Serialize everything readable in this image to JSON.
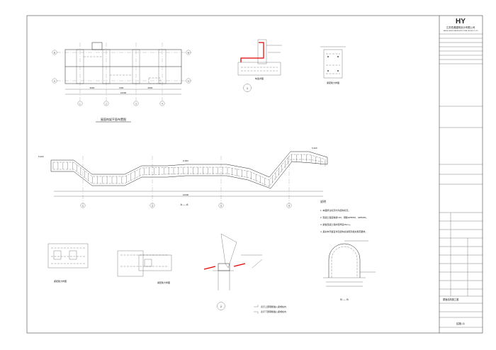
{
  "title_block": {
    "logo": "HY",
    "company": "江苏恒源建筑设计有限公司",
    "company_en": "JIANGSU HENGYUAN ARCHITECTURAL DESIGN CO.,LTD",
    "drawing_title": "屋面结构施工图",
    "drawing_no": "结施-11"
  },
  "views": {
    "plan_title": "屋面构架平面布置图",
    "section_aa": "A — A",
    "section_bb": "B — B",
    "detail_1": "1",
    "detail_2": "2",
    "detail_1_label": "构造详图",
    "beam_detail_label": "梁配筋大样图"
  },
  "grid_axes": {
    "plan_cols": [
      "1",
      "2",
      "3",
      "4"
    ],
    "plan_rows": [
      "A",
      "B"
    ],
    "section_cols": [
      "1",
      "2",
      "3",
      "4"
    ]
  },
  "dimensions": {
    "plan_total": "21000",
    "plan_spans": [
      "6000",
      "7200",
      "6000"
    ],
    "section_total": "21000",
    "elev_top": "8.000",
    "elev_left": "6.200",
    "elev_right": "6.200"
  },
  "notes": {
    "heading": "说明",
    "lines": [
      "1. 本图所注标高均为结构标高。",
      "2. 混凝土强度等级C30，钢筋HPB300、HRB400。",
      "3. 梁板混凝土保护层厚度25mm。",
      "4. 其余未尽事宜详见结构总说明及相关规范要求。"
    ]
  },
  "legend": {
    "item1": "表示上部钢筋锚入梁或柱内",
    "item2": "表示下部钢筋锚入梁或柱内"
  },
  "colors": {
    "line": "#222222",
    "highlight": "#e00000",
    "border": "#000000"
  }
}
